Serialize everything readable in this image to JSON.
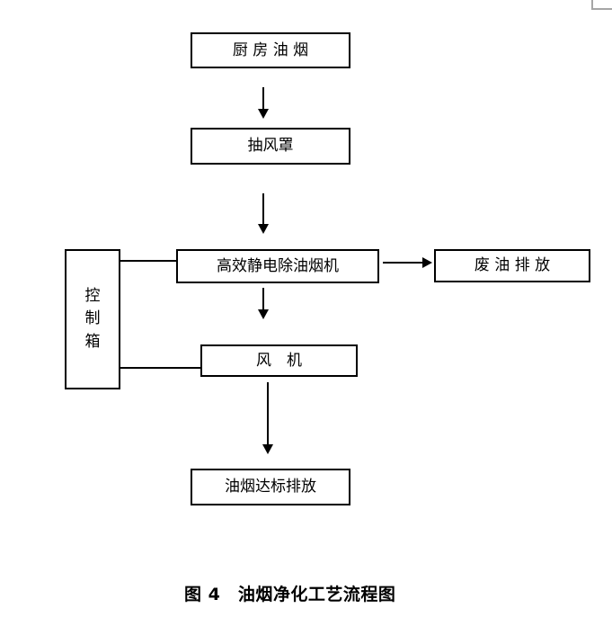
{
  "figure": {
    "caption": "图 4　油烟净化工艺流程图"
  },
  "flowchart": {
    "type": "process-flow-diagram",
    "nodes": {
      "kitchen_fume": "厨 房 油 烟",
      "exhaust_hood": "抽风罩",
      "purifier": "高效静电除油烟机",
      "waste_oil": "废 油 排 放",
      "control_box": "控制箱",
      "fan": "风　机",
      "outlet": "油烟达标排放"
    },
    "edges": [
      {
        "from": "kitchen_fume",
        "to": "exhaust_hood",
        "type": "arrow"
      },
      {
        "from": "exhaust_hood",
        "to": "purifier",
        "type": "arrow"
      },
      {
        "from": "purifier",
        "to": "waste_oil",
        "type": "arrow"
      },
      {
        "from": "purifier",
        "to": "fan",
        "type": "arrow"
      },
      {
        "from": "fan",
        "to": "outlet",
        "type": "arrow"
      },
      {
        "from": "control_box",
        "to": "purifier",
        "type": "line"
      },
      {
        "from": "control_box",
        "to": "fan",
        "type": "line"
      }
    ],
    "colors": {
      "line": "#000000",
      "border": "#000000",
      "text": "#000000",
      "background": "#ffffff",
      "page_margin_mark": "#a6a6a6"
    }
  }
}
